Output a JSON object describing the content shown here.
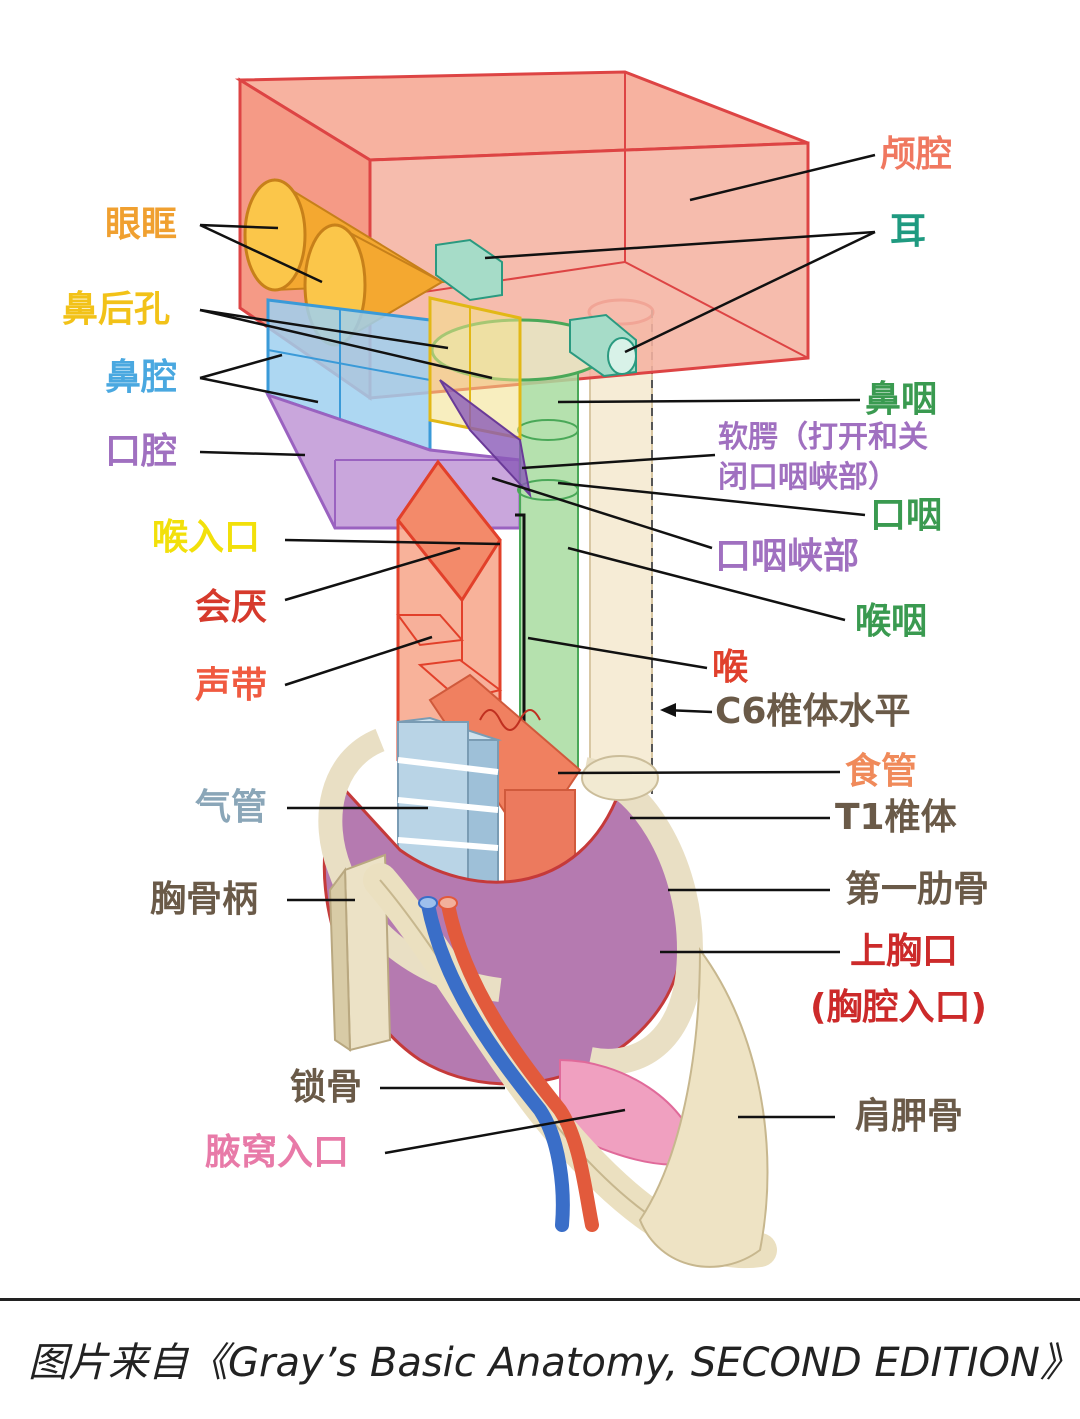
{
  "labels": {
    "cranial_cavity": "颅腔",
    "ear": "耳",
    "orbit": "眼眶",
    "choanae": "鼻后孔",
    "nasal_cavity": "鼻腔",
    "nasopharynx": "鼻咽",
    "soft_palate_1": "软腭（打开和关",
    "soft_palate_2": "闭口咽峡部）",
    "oral_cavity": "口腔",
    "oropharynx": "口咽",
    "laryngeal_inlet": "喉入口",
    "oropharyngeal_isthmus": "口咽峡部",
    "epiglottis": "会厌",
    "laryngopharynx": "喉咽",
    "vocal_cords": "声带",
    "larynx": "喉",
    "c6_level": "C6椎体水平",
    "esophagus": "食管",
    "trachea": "气管",
    "t1_vertebra": "T1椎体",
    "manubrium": "胸骨柄",
    "first_rib": "第一肋骨",
    "superior_thoracic_aperture_1": "上胸口",
    "superior_thoracic_aperture_2": "(胸腔入口)",
    "clavicle": "锁骨",
    "scapula": "肩胛骨",
    "axillary_inlet": "腋窝入口"
  },
  "caption": "图片来自《Gray’s Basic Anatomy, SECOND EDITION》",
  "colors": {
    "cranial": "#f08c78",
    "orbit": "#f3a93a",
    "choanae": "#f2c21b",
    "nasal": "#5aaee0",
    "oral": "#a070c0",
    "pharynx": "#3a9a50",
    "larynx": "#e0402c",
    "bone_text": "#6a5a48",
    "trachea_text": "#8aa6b8",
    "axilla": "#e87aa8"
  }
}
